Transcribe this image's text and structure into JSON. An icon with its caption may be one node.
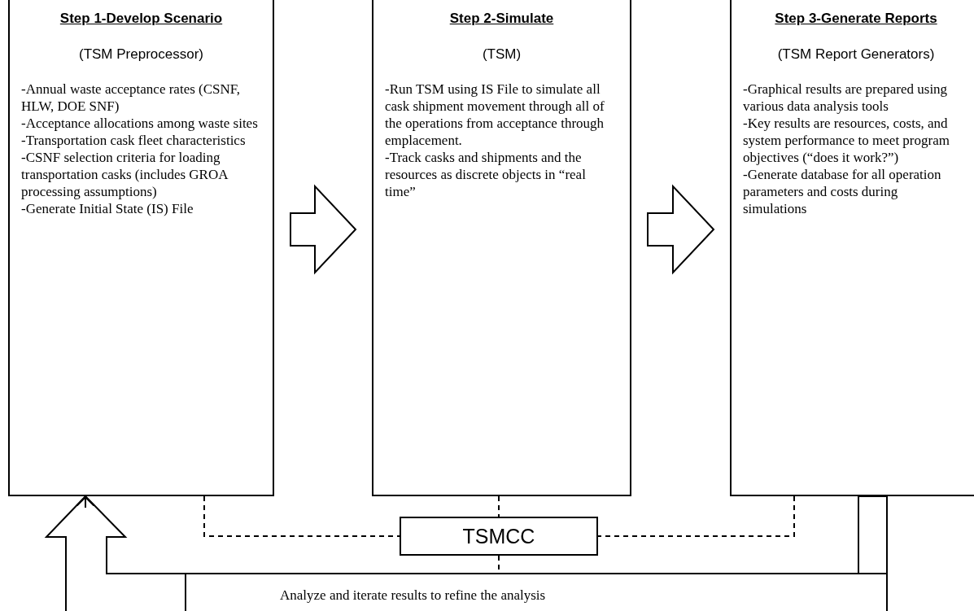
{
  "diagram": {
    "nodes": [
      {
        "text": [
          "Step 1-Develop Scenario",
          "(TSM Preprocessor)",
          "-Annual waste acceptance rates (CSNF, HLW, DOE SNF)",
          "-Acceptance allocations among waste sites",
          "-Transportation cask fleet characteristics",
          "-CSNF selection criteria for loading transportation casks (includes GROA processing assumptions)",
          "-Generate Initial State (IS) File"
        ]
      },
      {
        "text": [
          "Step 2-Simulate",
          "(TSM)",
          "-Run TSM using IS File to simulate all cask shipment movement through all of the operations from acceptance through emplacement.",
          "-Track casks and shipments and the resources as discrete objects in “real time”"
        ]
      },
      {
        "text": [
          "Step 3-Generate Reports",
          "(TSM Report Generators)",
          "-Graphical results are prepared using various data analysis tools",
          "-Key results are resources, costs, and system performance to meet program objectives (“does it work?”)",
          "-Generate database for all operation parameters and costs during simulations"
        ]
      },
      {
        "text": [
          "TSMCC"
        ]
      }
    ],
    "edges": [
      {
        "from": 0,
        "to": 1,
        "arrow": "to"
      },
      {
        "from": 1,
        "to": 2,
        "arrow": "to"
      },
      {
        "from": 0,
        "to": 3,
        "arrow": "none",
        "style": "dashed"
      },
      {
        "from": 1,
        "to": 3,
        "arrow": "none",
        "style": "dashed"
      },
      {
        "from": 2,
        "to": 3,
        "arrow": "none",
        "style": "dashed"
      },
      {
        "from": 2,
        "to": 0,
        "arrow": "to",
        "label": "Analyze and iterate results to refine the analysis"
      }
    ]
  }
}
